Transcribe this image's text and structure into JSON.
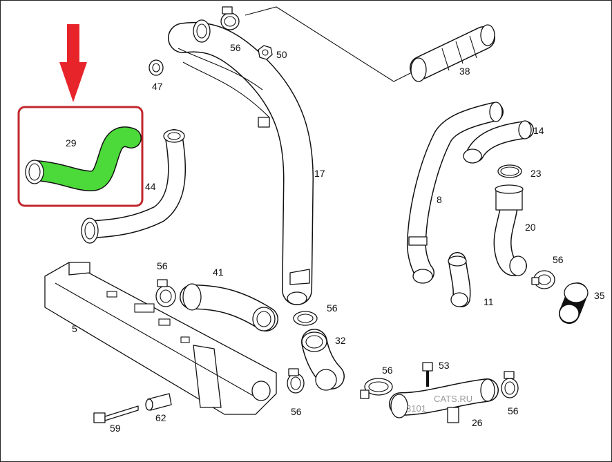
{
  "diagram": {
    "part_labels": [
      "56",
      "50",
      "38",
      "47",
      "17",
      "29",
      "44",
      "14",
      "23",
      "8",
      "20",
      "56",
      "41",
      "56",
      "35",
      "11",
      "5",
      "56",
      "32",
      "56",
      "53",
      "56",
      "59",
      "62",
      "56",
      "26"
    ],
    "watermark_text": "CATS.RU",
    "watermark_code": "3101",
    "highlight": {
      "part": "29",
      "box_color": "#c0272d",
      "arrow_color": "#e8242b",
      "hose_color": "#4cd93a"
    }
  }
}
